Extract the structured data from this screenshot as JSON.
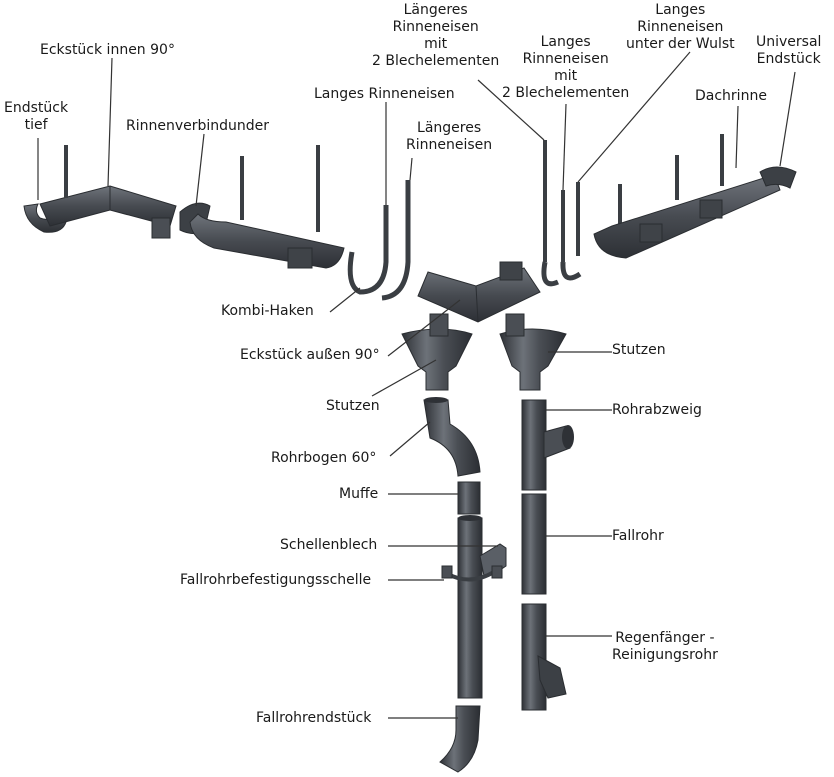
{
  "colors": {
    "metal": "#4a4e54",
    "metal_dark": "#2e3136",
    "metal_light": "#7a7f86",
    "leader_line": "#333333",
    "text": "#1a1a1a"
  },
  "labels": {
    "endstueck_tief": [
      "Endstück",
      "tief"
    ],
    "eckstueck_innen": [
      "Eckstück innen 90°"
    ],
    "rinnenverbinder": [
      "Rinnenverbindunder"
    ],
    "kombi_haken": [
      "Kombi-Haken"
    ],
    "eckstueck_aussen": [
      "Eckstück außen 90°"
    ],
    "stutzen_left": [
      "Stutzen"
    ],
    "rohrbogen": [
      "Rohrbogen 60°"
    ],
    "muffe": [
      "Muffe"
    ],
    "schellenblech": [
      "Schellenblech"
    ],
    "fallrohrbefestigungsschelle": [
      "Fallrohrbefestigungsschelle"
    ],
    "fallrohrendstueck": [
      "Fallrohrendstück"
    ],
    "langes_rinneneisen_left": [
      "Langes Rinneneisen"
    ],
    "laengeres_rinneneisen": [
      "Längeres",
      "Rinneneisen"
    ],
    "laengeres_rinneneisen_2blech": [
      "Längeres",
      "Rinneneisen",
      "mit",
      "2 Blechelementen"
    ],
    "langes_rinneneisen_2blech": [
      "Langes",
      "Rinneneisen",
      "mit",
      "2 Blechelementen"
    ],
    "langes_rinneneisen_wulst": [
      "Langes",
      "Rinneneisen",
      "unter der Wulst"
    ],
    "universal_endstueck": [
      "Universal",
      "Endstück"
    ],
    "dachrinne": [
      "Dachrinne"
    ],
    "stutzen_right": [
      "Stutzen"
    ],
    "rohrabzweig": [
      "Rohrabzweig"
    ],
    "fallrohr": [
      "Fallrohr"
    ],
    "regenfaenger": [
      "Regenfänger -",
      "Reinigungsrohr"
    ]
  }
}
